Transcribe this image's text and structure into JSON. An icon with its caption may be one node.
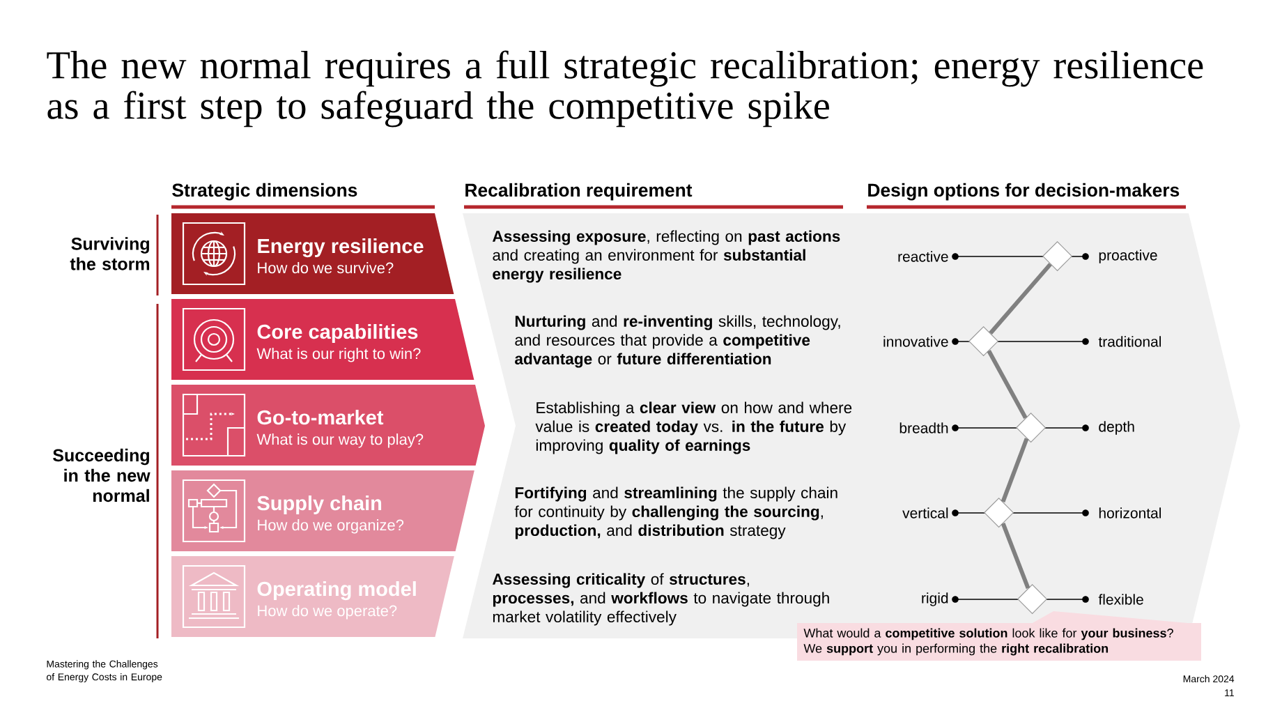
{
  "diagram": {
    "title": "The new normal requires a full strategic recalibration; energy resilience as a first step to safeguard the competitive spike",
    "nodes": [
      {
        "text": [
          "Energy resilience",
          "How do we survive?"
        ]
      },
      {
        "text": [
          "Core capabilities",
          "What is our right to win?"
        ]
      },
      {
        "text": [
          "Go-to-market",
          "What is our way to play?"
        ]
      },
      {
        "text": [
          "Supply chain",
          "How do we organize?"
        ]
      },
      {
        "text": [
          "Operating model",
          "How do we operate?"
        ]
      },
      {
        "text": [
          "**Assessing exposure**, reflecting on **past actions** and creating an environment for **substantial energy resilience**",
          "**Nurturing** and **re-inventing** skills, technology, and resources that provide a **competitive advantage** or **future differentiation**",
          "Establishing a **clear view** on how and where value is **created today** vs. **in the future** by improving **quality of earnings**",
          "**Fortifying** and **streamlining** the supply chain for continuity by **challenging the sourcing**, **production,** and **distribution** strategy",
          "**Assessing criticality** of **structures**, **processes,** and **workflows** to navigate through market volatility effectively"
        ]
      },
      {
        "text": [],
        "shape": "diamond",
        "in": 5
      },
      {
        "text": [],
        "shape": "diamond",
        "in": 5
      },
      {
        "text": [],
        "shape": "diamond",
        "in": 5
      },
      {
        "text": [],
        "shape": "diamond",
        "in": 5
      },
      {
        "text": [],
        "shape": "diamond",
        "in": 5
      },
      {
        "text": [
          "What would a **competitive solution** look like for **your business**? We **support** you in performing the **right recalibration**"
        ]
      }
    ],
    "edges": [
      {
        "from": 6,
        "to": 7,
        "arrow": "none"
      },
      {
        "from": 7,
        "to": 8,
        "arrow": "none"
      },
      {
        "from": 8,
        "to": 9,
        "arrow": "none"
      },
      {
        "from": 9,
        "to": 10,
        "arrow": "none"
      }
    ],
    "labels": [
      "Strategic dimensions",
      "Recalibration requirement",
      "Design options for decision-makers",
      "Surviving the storm",
      "Succeeding in the new normal",
      "reactive",
      "proactive",
      "innovative",
      "traditional",
      "breadth",
      "depth",
      "vertical",
      "horizontal",
      "rigid",
      "flexible",
      "Mastering the Challenges of Energy Costs in Europe",
      "March 2024",
      "11"
    ]
  }
}
